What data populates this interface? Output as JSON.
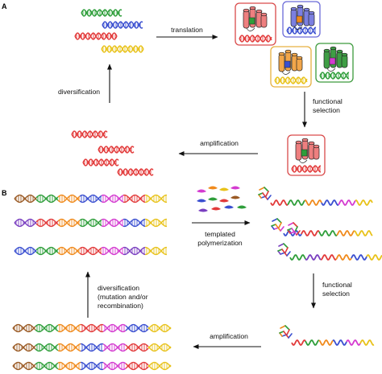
{
  "panel_a": {
    "label": "A",
    "steps": {
      "translation": "translation",
      "functional_selection": [
        "functional",
        "selection"
      ],
      "amplification": "amplification",
      "diversification": "diversification"
    }
  },
  "panel_b": {
    "label": "B",
    "steps": {
      "templated_polymerization": [
        "templated",
        "polymerization"
      ],
      "functional_selection": [
        "functional",
        "selection"
      ],
      "amplification": "amplification",
      "diversification": [
        "diversification",
        "(mutation and/or",
        "recombination)"
      ]
    }
  },
  "colors": {
    "green": "#2e9e3a",
    "blue": "#3a4fd0",
    "red": "#e23a3a",
    "yellow": "#e8c21a",
    "orange": "#f08a1c",
    "magenta": "#d43bd0",
    "brown": "#9a5a24",
    "purple": "#7a3fc0",
    "protein_red": "#ee7f7f",
    "protein_blue": "#7b7fe0",
    "protein_orange": "#f2a64a",
    "protein_green": "#3f9e45",
    "box_red": "#d94a4a",
    "box_blue": "#6a6ad8",
    "box_orange": "#e6b040",
    "box_green": "#3c9a3c"
  },
  "icons": [
    "dna-double-helix-icon",
    "folded-protein-icon",
    "polymer-strand-icon",
    "arrow-right-icon",
    "arrow-left-icon",
    "arrow-up-icon",
    "arrow-down-icon"
  ]
}
